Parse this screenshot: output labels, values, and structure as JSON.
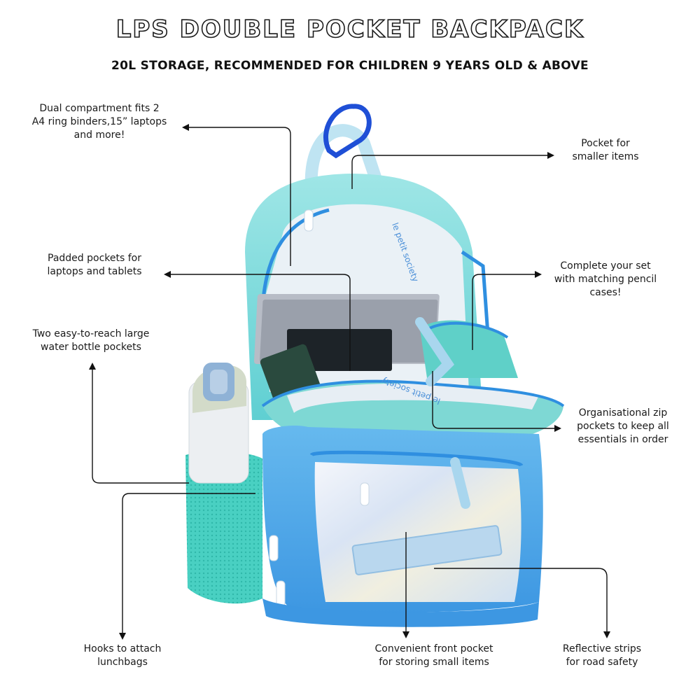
{
  "header": {
    "title": "LPS DOUBLE POCKET BACKPACK",
    "subtitle": "20L STORAGE, RECOMMENDED FOR CHILDREN 9 YEARS OLD & ABOVE"
  },
  "callouts": {
    "dual_compartment": [
      "Dual compartment fits 2",
      "A4 ring binders,15” laptops",
      "and more!"
    ],
    "smaller_pocket": [
      "Pocket for",
      "smaller items"
    ],
    "padded_pockets": [
      "Padded pockets for",
      "laptops and tablets"
    ],
    "pencil_cases": [
      "Complete your set",
      "with matching pencil",
      "cases!"
    ],
    "bottle_pockets": [
      "Two easy-to-reach large",
      "water bottle pockets"
    ],
    "zip_pockets": [
      "Organisational zip",
      "pockets to keep all",
      "essentials in order"
    ],
    "hooks": [
      "Hooks to attach",
      "lunchbags"
    ],
    "front_pocket": [
      "Convenient front pocket",
      "for storing small items"
    ],
    "reflective": [
      "Reflective strips",
      "for road safety"
    ]
  },
  "brand_print": "le petit society",
  "colors": {
    "body_aqua": "#7fd8d8",
    "mint": "#4fd6c8",
    "sky_blue": "#4ea8e8",
    "zipper_blue": "#2f8fe0",
    "interior": "#eaf1f6",
    "holographic": "#dfe6f2",
    "carabiner": "#1f4fd6"
  }
}
